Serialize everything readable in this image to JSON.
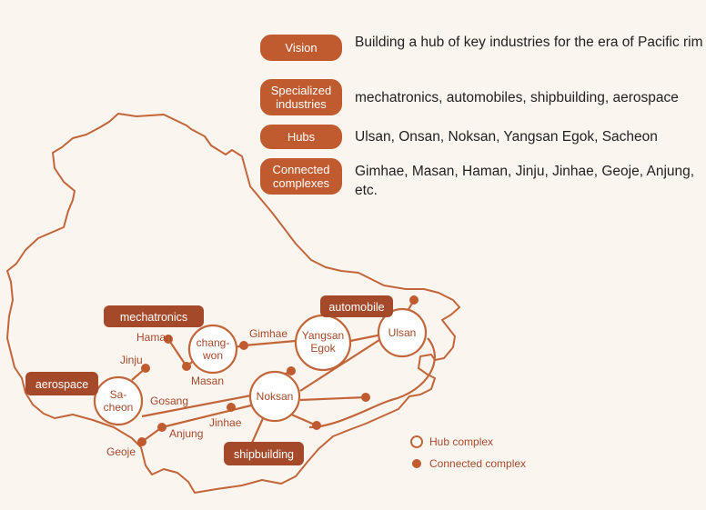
{
  "info_rows": [
    {
      "label": "Vision",
      "text": "Building a hub of key industries for the era of Pacific rim"
    },
    {
      "label": "Specialized industries",
      "text": "mechatronics, automobiles, shipbuilding, aerospace"
    },
    {
      "label": "Hubs",
      "text": "Ulsan, Onsan, Noksan, Yangsan Egok, Sacheon"
    },
    {
      "label": "Connected complexes",
      "text": "Gimhae, Masan, Haman, Jinju, Jinhae, Geoje, Anjung, etc."
    }
  ],
  "industry_tags": {
    "mechatronics": "mechatronics",
    "automobile": "automobile",
    "aerospace": "aerospace",
    "shipbuilding": "shipbuilding"
  },
  "hubs": {
    "changwon": [
      "chang-",
      "won"
    ],
    "yangsan": [
      "Yangsan",
      "Egok"
    ],
    "ulsan": [
      "Ulsan"
    ],
    "noksan": [
      "Noksan"
    ],
    "sacheon": [
      "Sa-",
      "cheon"
    ]
  },
  "places": {
    "haman": "Haman",
    "jinju": "Jinju",
    "masan": "Masan",
    "gimhae": "Gimhae",
    "gosang": "Gosang",
    "jinhae": "Jinhae",
    "anjung": "Anjung",
    "geoje": "Geoje"
  },
  "legend": {
    "hub": "Hub complex",
    "connected": "Connected complex"
  },
  "colors": {
    "accent": "#bf5b2f",
    "tag": "#a4492a",
    "line": "#c2663a",
    "background": "#fbf5f0"
  }
}
